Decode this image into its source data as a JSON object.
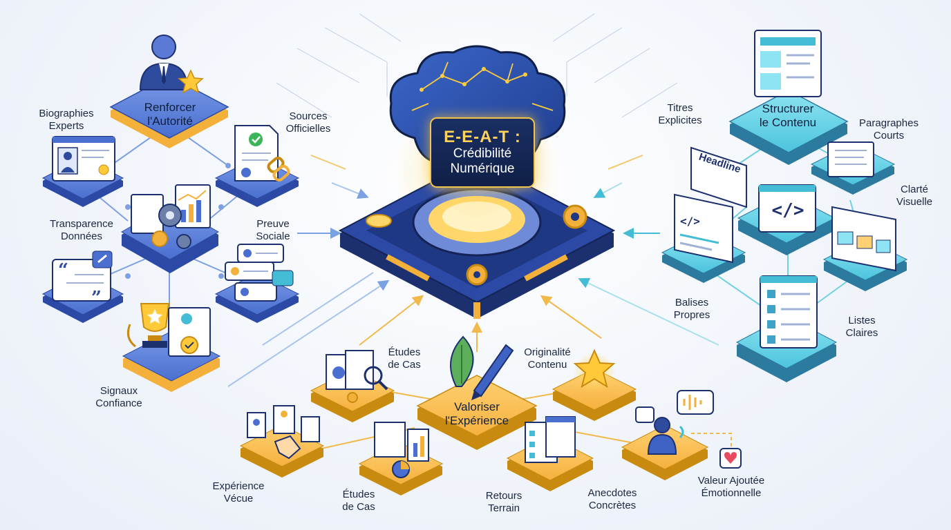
{
  "center": {
    "title": "E-E-A-T :",
    "subtitle": "Crédibilité\nNumérique"
  },
  "hubs": {
    "authority": "Renforcer\nl'Autorité",
    "structure": "Structurer\nle Contenu",
    "experience": "Valoriser\nl'Expérience"
  },
  "labels": {
    "bio": "Biographies\nExperts",
    "sources": "Sources\nOfficielles",
    "transparence": "Transparence\nDonnées",
    "preuve": "Preuve\nSociale",
    "signaux": "Signaux\nConfiance",
    "titres": "Titres\nExplicites",
    "paragraphes": "Paragraphes\nCourts",
    "clarte": "Clarté\nVisuelle",
    "balises": "Balises\nPropres",
    "listes": "Listes\nClaires",
    "etudes_top": "Études\nde Cas",
    "originalite": "Originalité\nContenu",
    "vecue": "Expérience\nVécue",
    "etudes_bottom": "Études\nde Cas",
    "retours": "Retours\nTerrain",
    "anecdotes": "Anecdotes\nConcrètes",
    "valeur": "Valeur Ajoutée\nÉmotionnelle"
  },
  "card_texts": {
    "headline": "Headline",
    "code": "</>"
  },
  "colors": {
    "navy": "#1c2f6e",
    "blue": "#3f63c4",
    "teal": "#3fc0d8",
    "orange": "#f4a93a",
    "gold": "#ffcc3d",
    "line_blue": "#8fb2e6"
  }
}
